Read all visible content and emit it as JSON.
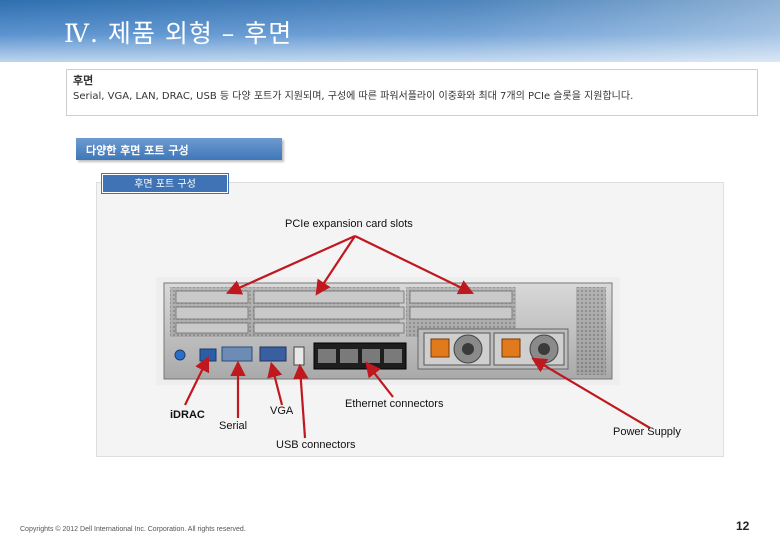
{
  "slide": {
    "title": "Ⅳ. 제품 외형 – 후면"
  },
  "description": {
    "heading": "후면",
    "text": "Serial, VGA, LAN, DRAC, USB 등 다양 포트가 지원되며, 구성에 따른 파워서플라이 이중화와 최대 7개의 PCIe 슬롯을 지원합니다."
  },
  "section": {
    "tab_label": "다양한 후면 포트 구성"
  },
  "panel": {
    "tab_label": "후면 포트 구성"
  },
  "callouts": {
    "pcie": "PCIe expansion card slots",
    "idrac": "iDRAC",
    "serial": "Serial",
    "vga": "VGA",
    "ethernet": "Ethernet connectors",
    "usb": "USB connectors",
    "power": "Power Supply"
  },
  "footer": {
    "copyright": "Copyrights © 2012 Dell International Inc. Corporation. All rights reserved.",
    "page_number": "12"
  },
  "colors": {
    "header_blue": "#2f6fb0",
    "tab_blue": "#3f73b6",
    "arrow_red": "#c0181f"
  }
}
